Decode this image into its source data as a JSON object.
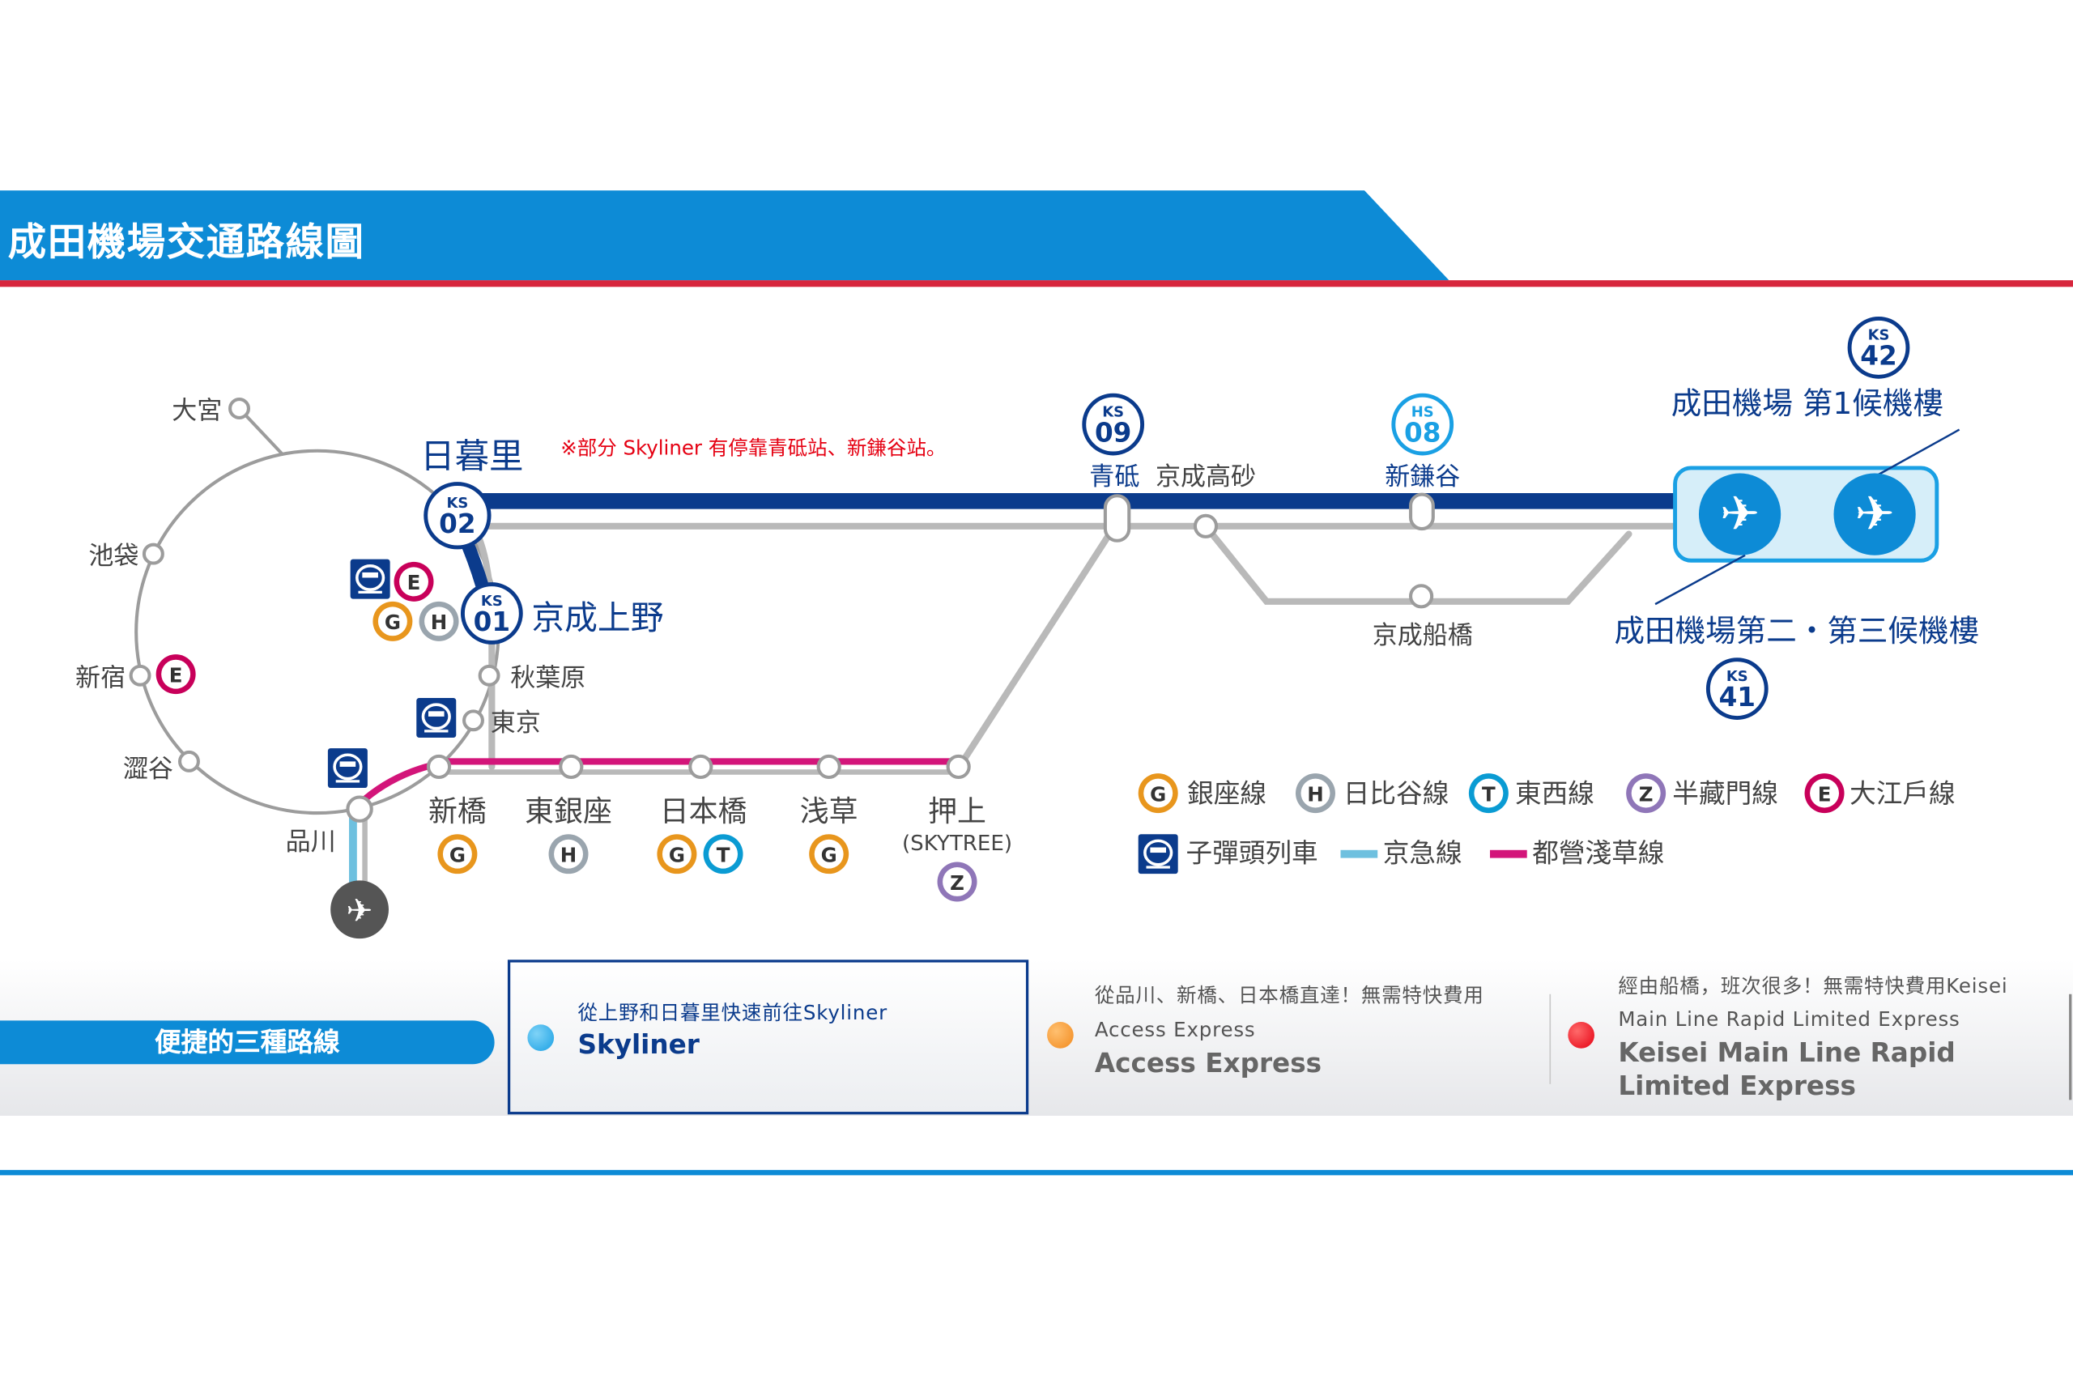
{
  "header": {
    "title": "成田機場交通路線圖"
  },
  "note": "※部分 Skyliner 有停靠青砥站、新鎌谷站。",
  "stations": {
    "omiya": "大宮",
    "ikebukuro": "池袋",
    "shinjuku": "新宿",
    "shibuya": "澀谷",
    "shinagawa": "品川",
    "nippori": "日暮里",
    "ueno": "京成上野",
    "akihabara": "秋葉原",
    "tokyo": "東京",
    "shimbashi": "新橋",
    "higashi_ginza": "東銀座",
    "nihombashi": "日本橋",
    "asakusa": "浅草",
    "oshiage": "押上",
    "oshiage_sub": "(SKYTREE)",
    "aoto": "青砥",
    "keisei_takasago": "京成高砂",
    "shin_kamagaya": "新鎌谷",
    "keisei_funabashi": "京成船橋",
    "narita_t1": "成田機場 第1候機樓",
    "narita_t23": "成田機場第二・第三候機樓"
  },
  "station_codes": {
    "nippori": {
      "line": "KS",
      "num": "02"
    },
    "ueno": {
      "line": "KS",
      "num": "01"
    },
    "aoto": {
      "line": "KS",
      "num": "09"
    },
    "shin_kamagaya": {
      "line": "HS",
      "num": "08"
    },
    "narita_t1": {
      "line": "KS",
      "num": "42"
    },
    "narita_t23": {
      "line": "KS",
      "num": "41"
    }
  },
  "line_badges": {
    "ginza": "G",
    "hibiya": "H",
    "tozai": "T",
    "hanzomon": "Z",
    "oedo": "E"
  },
  "legend": {
    "ginza": "銀座線",
    "hibiya": "日比谷線",
    "tozai": "東西線",
    "hanzomon": "半藏門線",
    "oedo": "大江戶線",
    "bullet": "子彈頭列車",
    "keikyu": "京急線",
    "asakusa_line": "都營淺草線"
  },
  "routes": {
    "title": "便捷的三種路線",
    "items": [
      {
        "sub": "從上野和日暮里快速前往Skyliner",
        "name": "Skyliner",
        "color": "#1aa0e4"
      },
      {
        "sub": "從品川、新橋、日本橋直達！無需特快費用",
        "sub2": "Access Express",
        "name": "Access Express",
        "color": "#f28a1e"
      },
      {
        "sub": "經由船橋，班次很多！無需特快費用Keisei",
        "sub2": "Main Line Rapid Limited Express",
        "name": "Keisei Main Line Rapid",
        "name2": "Limited Express",
        "color": "#e50012"
      }
    ]
  },
  "colors": {
    "brand_blue": "#0d8bd6",
    "navy": "#0b3b8c",
    "accent_red": "#d7263d",
    "ginza": "#e8961d",
    "hibiya": "#9aa5ae",
    "tozai": "#0a9bd3",
    "hanzomon": "#8f76b8",
    "oedo": "#c8005a",
    "keikyu": "#6ec0df",
    "asakusa": "#d3157a"
  }
}
